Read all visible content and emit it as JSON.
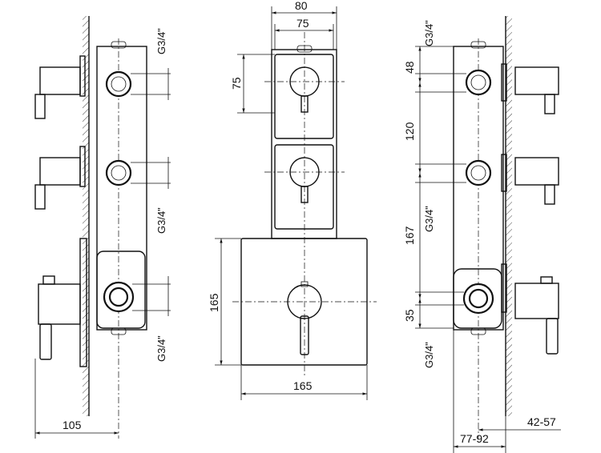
{
  "top_view": {
    "width_outer": "80",
    "width_inner": "75"
  },
  "front_view": {
    "height_small": "75",
    "height_large": "165",
    "width_large": "165"
  },
  "left_view": {
    "thread_top": "G3/4\"",
    "thread_middle": "G3/4\"",
    "thread_bottom": "G3/4\"",
    "depth": "105"
  },
  "right_view": {
    "thread_top": "G3/4\"",
    "thread_bottom": "G3/4\"",
    "spacing_48": "48",
    "spacing_120": "120",
    "spacing_167": "167",
    "spacing_35": "35",
    "depth_inner": "77-92",
    "depth_outer": "42-57"
  }
}
